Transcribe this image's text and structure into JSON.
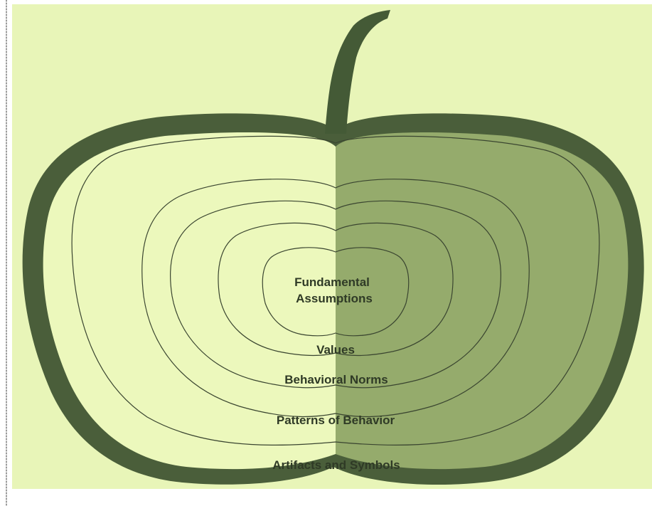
{
  "colors": {
    "background": "#e8f5b8",
    "apple_outline": "#4a5e3a",
    "apple_left_half": "#ecf8bc",
    "apple_right_half": "#95ab6c",
    "stem": "#445a36",
    "contour_lines": "#3a4530",
    "label_text": "#2f3a26"
  },
  "diagram": {
    "layers": [
      {
        "label_line1": "Fundamental",
        "label_line2": "Assumptions"
      },
      {
        "label": "Values"
      },
      {
        "label": "Behavioral Norms"
      },
      {
        "label": "Patterns of Behavior"
      },
      {
        "label": "Artifacts and Symbols"
      }
    ]
  }
}
